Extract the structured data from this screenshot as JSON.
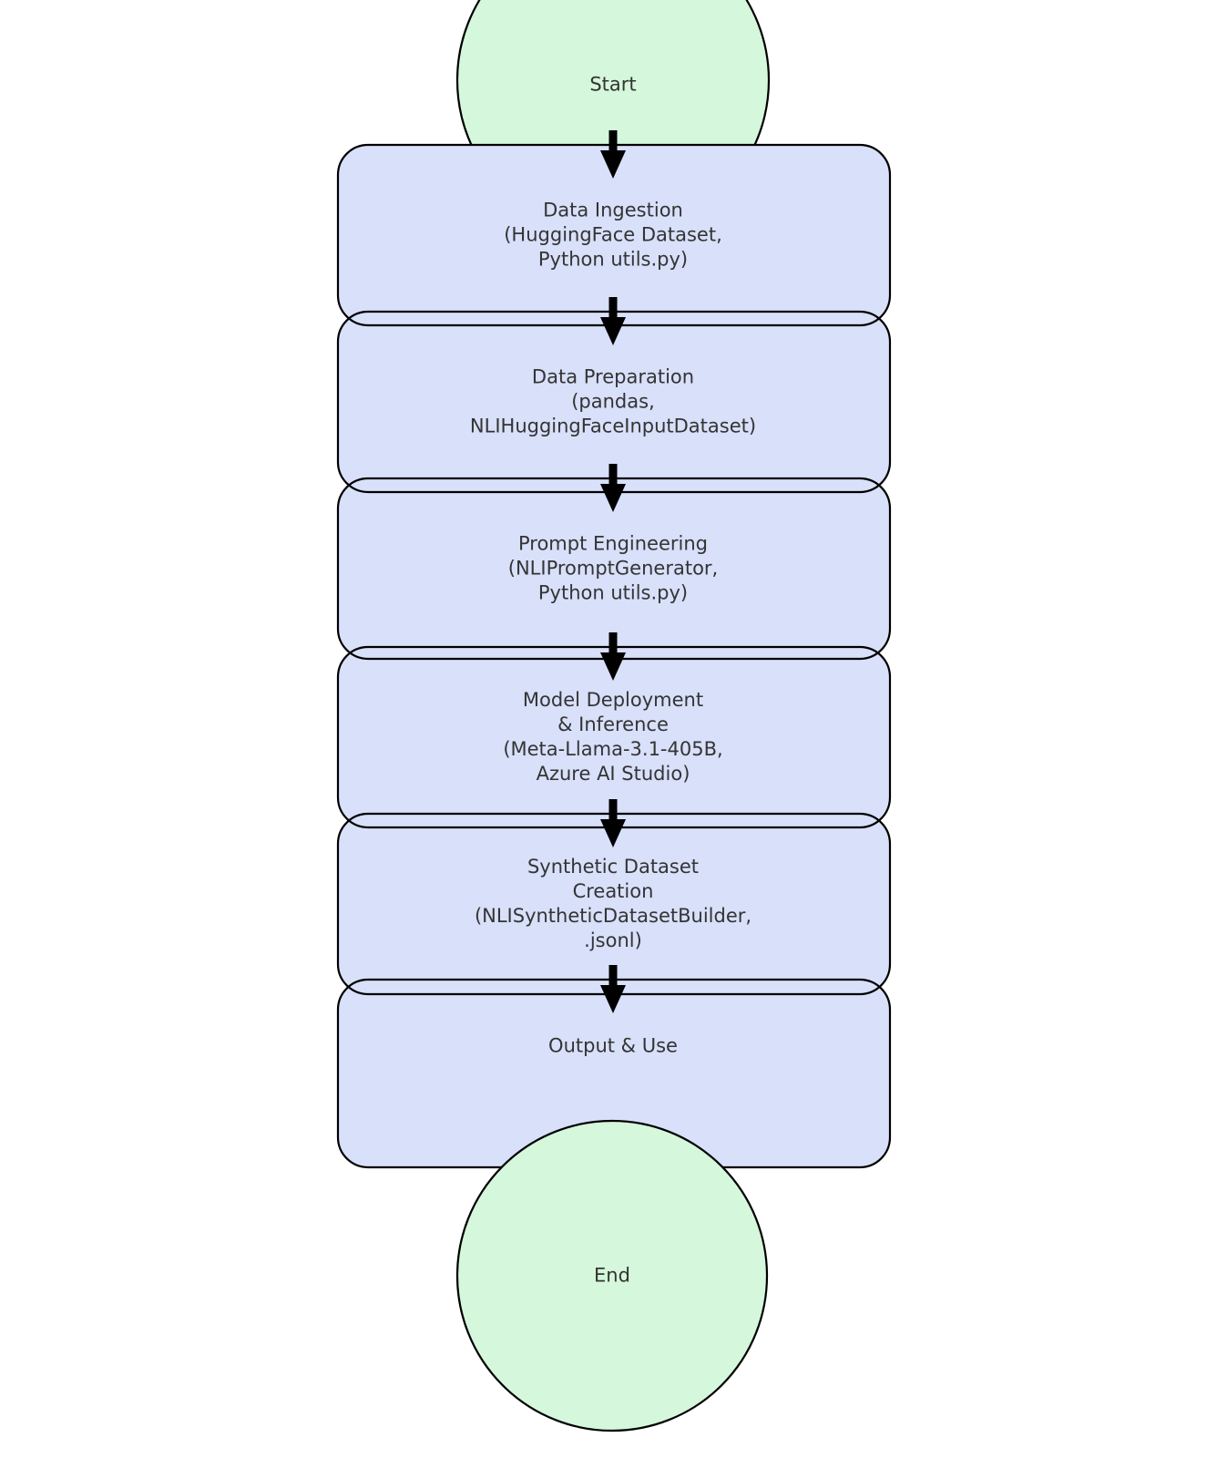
{
  "diagram": {
    "start": {
      "label": "Start"
    },
    "steps": [
      {
        "label": "Data Ingestion\n(HuggingFace Dataset,\nPython utils.py)"
      },
      {
        "label": "Data Preparation\n(pandas,\nNLIHuggingFaceInputDataset)"
      },
      {
        "label": "Prompt Engineering\n(NLIPromptGenerator,\nPython utils.py)"
      },
      {
        "label": "Model Deployment\n& Inference\n(Meta-Llama-3.1-405B,\nAzure AI Studio)"
      },
      {
        "label": "Synthetic Dataset\nCreation\n(NLISyntheticDatasetBuilder,\n.jsonl)"
      },
      {
        "label": "Output & Use"
      }
    ],
    "end": {
      "label": "End"
    },
    "colors": {
      "terminal_fill": "#d5f7db",
      "process_fill": "#d8e0fa",
      "stroke": "#000000",
      "text": "#343434",
      "background": "#ffffff"
    }
  }
}
